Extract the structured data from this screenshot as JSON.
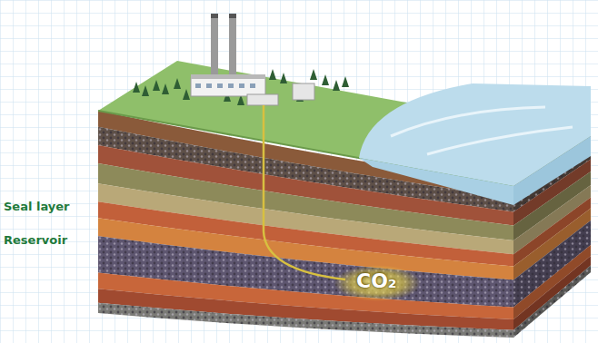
{
  "diagram": {
    "labels": [
      "Seal layer",
      "Reservoir",
      "CO₂"
    ]
  }
}
